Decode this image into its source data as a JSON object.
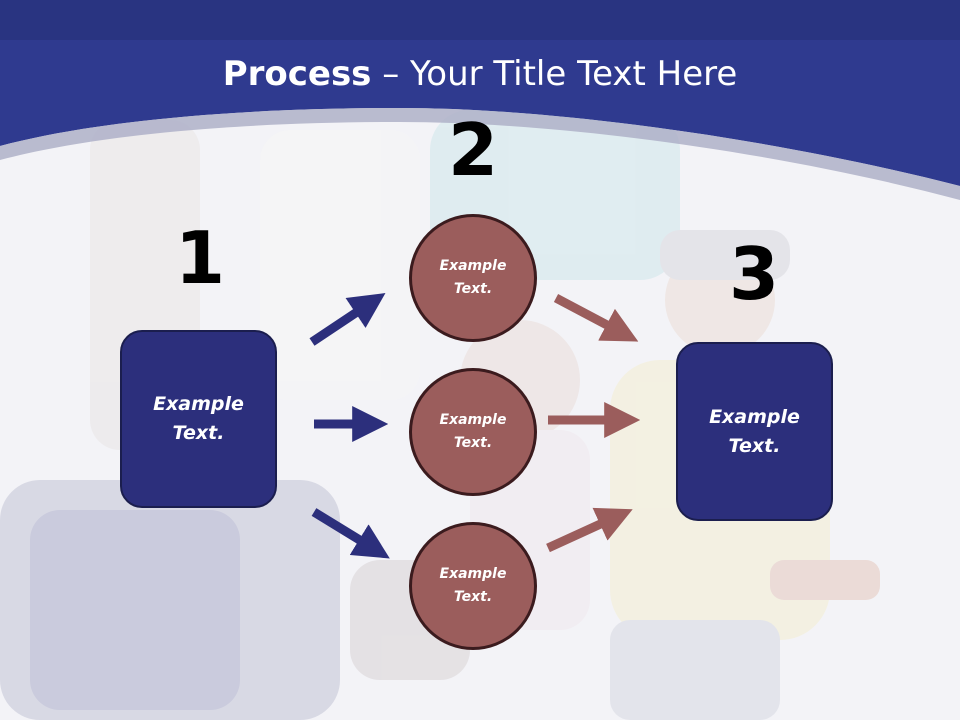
{
  "title": {
    "bold": "Process",
    "rest": " – Your Title Text Here"
  },
  "steps": [
    {
      "number": "1",
      "text": "Example Text."
    },
    {
      "number": "2",
      "text": "Example Text."
    },
    {
      "number": "3",
      "text": "Example Text."
    }
  ],
  "circles": [
    {
      "text": "Example Text."
    },
    {
      "text": "Example Text."
    },
    {
      "text": "Example Text."
    }
  ],
  "colors": {
    "header": "#2f3a8f",
    "box_fill": "#2c2f7c",
    "circle_fill": "#9b5d5c",
    "arrow_blue": "#2c2f7c",
    "arrow_red": "#9b5d5c"
  }
}
